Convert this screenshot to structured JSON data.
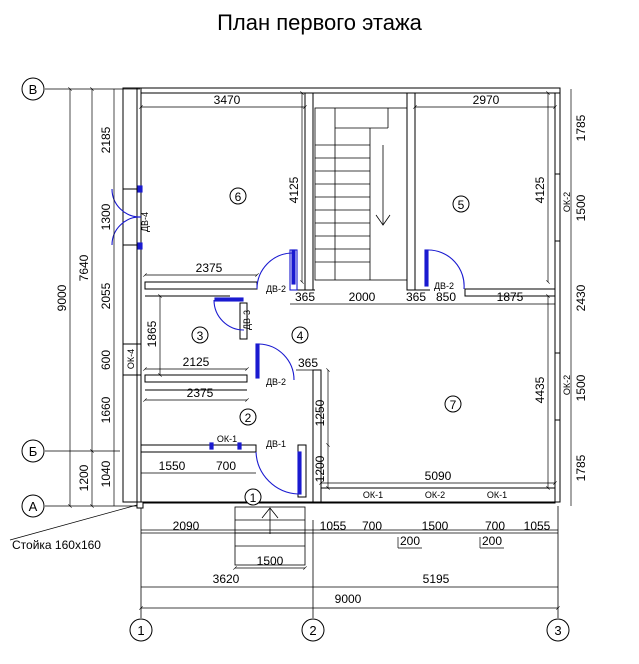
{
  "title": "План первого этажа",
  "axes": {
    "left_letters": [
      "В",
      "Б",
      "А"
    ],
    "bottom_numbers": [
      "1",
      "2",
      "3"
    ]
  },
  "rooms": [
    "1",
    "2",
    "3",
    "4",
    "5",
    "6",
    "7"
  ],
  "dims": {
    "top_left": "3470",
    "top_right": "2970",
    "left_outer": "9000",
    "left_mid": "7640",
    "left_bottom": "1200",
    "left_seg1": "2185",
    "left_seg2": "1300",
    "left_seg3": "2055",
    "left_seg4": "600",
    "left_seg5": "1660",
    "left_seg6": "1040",
    "right_seg1": "1785",
    "right_seg2": "1500",
    "right_seg3": "2430",
    "right_seg4": "1500",
    "right_seg5": "1785",
    "room6_h": "4125",
    "room5_h": "4125",
    "room7_h": "4435",
    "w2375a": "2375",
    "w2375b": "2375",
    "w2125": "2125",
    "h1865": "1865",
    "w365a": "365",
    "w2000": "2000",
    "w365b": "365",
    "w850": "850",
    "w1875": "1875",
    "w365c": "365",
    "h1250": "1250",
    "h1200": "1200",
    "w1550": "1550",
    "w700a": "700",
    "w5090": "5090",
    "b2090": "2090",
    "b1055a": "1055",
    "b700a": "700",
    "b1500": "1500",
    "b700b": "700",
    "b1055b": "1055",
    "b200a": "200",
    "b200b": "200",
    "step1500": "1500",
    "b3620": "3620",
    "b5195": "5195",
    "b9000": "9000"
  },
  "labels": {
    "dv1": "ДВ-1",
    "dv2a": "ДВ-2",
    "dv2b": "ДВ-2",
    "dv2c": "ДВ-2",
    "dv3": "ДВ-3",
    "dv4": "ДВ-4",
    "ok1a": "ОК-1",
    "ok1b": "ОК-1",
    "ok1c": "ОК-1",
    "ok2a": "ОК-2",
    "ok2b": "ОК-2",
    "ok2c": "ОК-2",
    "ok4": "ОК-4",
    "ok2r_size1": "1500",
    "ok2r_size2": "1500",
    "column": "Стойка 160х160"
  },
  "colors": {
    "line": "#000000",
    "door": "#1a1ad0",
    "background": "#ffffff"
  }
}
